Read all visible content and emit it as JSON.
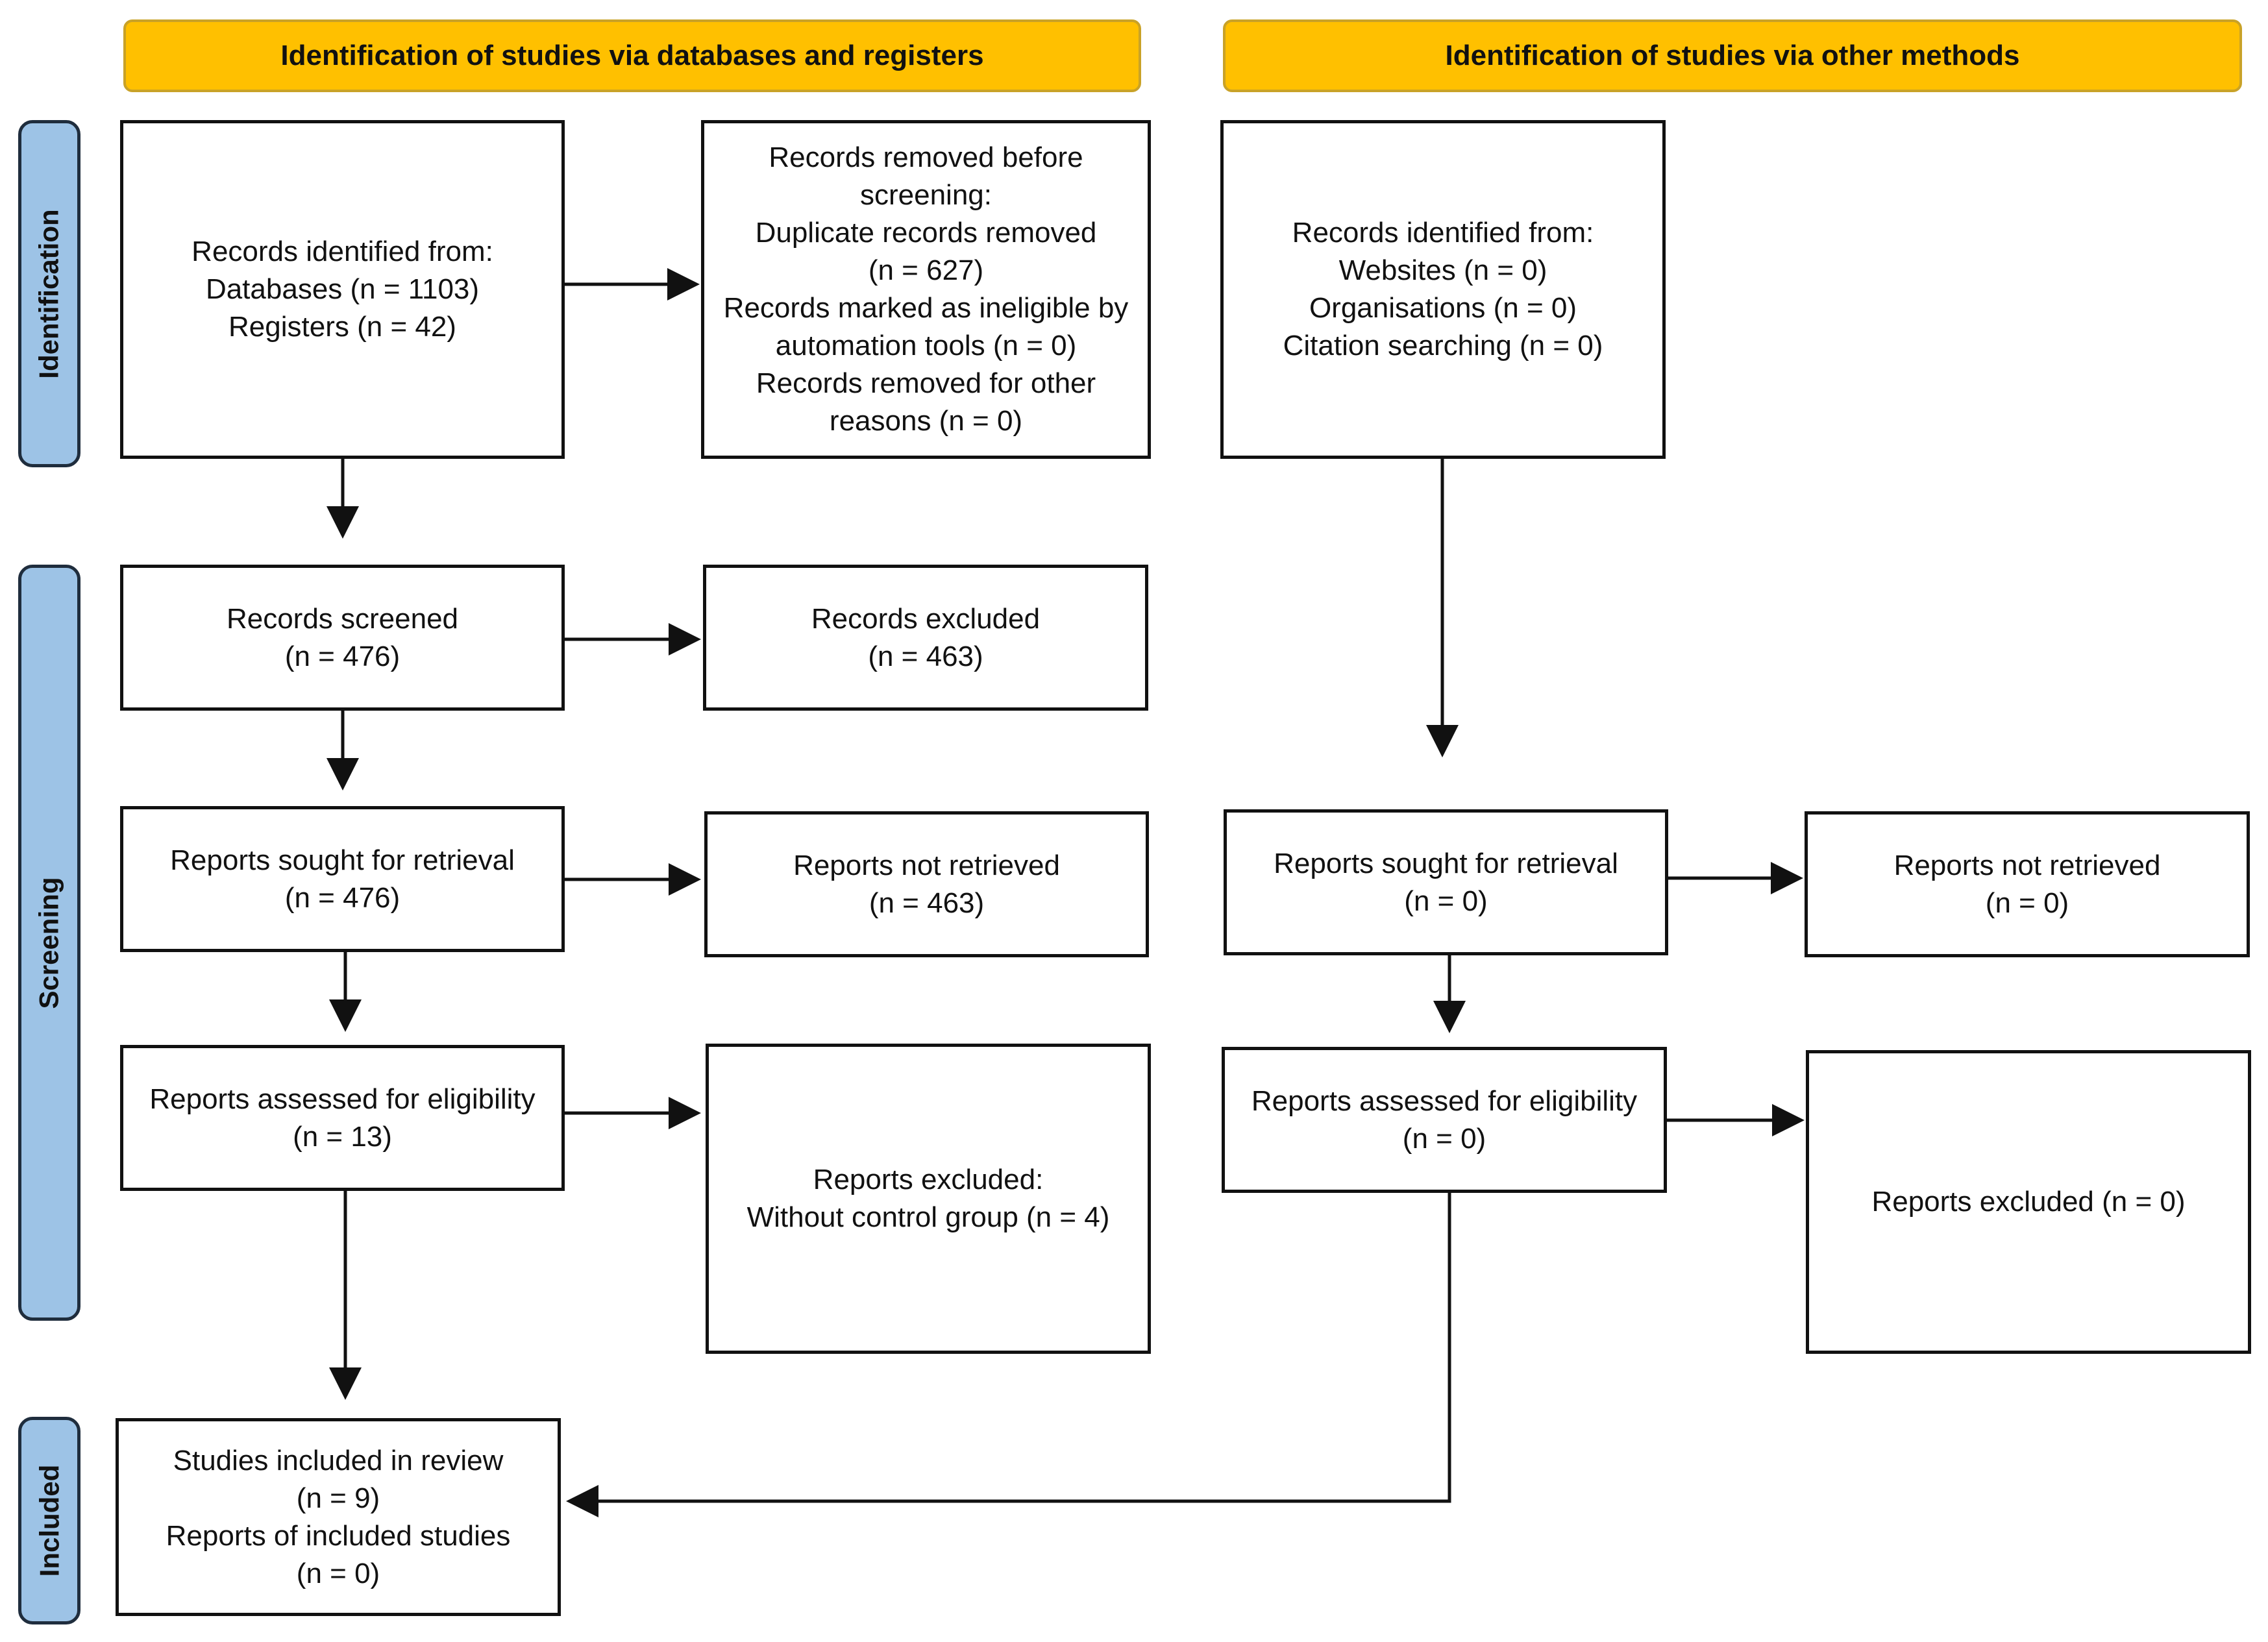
{
  "headers": {
    "databases": "Identification of studies via databases and registers",
    "other": "Identification of studies via other methods"
  },
  "phases": {
    "identification": "Identification",
    "screening": "Screening",
    "included": "Included"
  },
  "boxes": {
    "db_identified": [
      "Records identified from:",
      "Databases (n = 1103)",
      "Registers (n = 42)"
    ],
    "db_removed": [
      "Records removed before",
      "screening:",
      "Duplicate records removed",
      "(n = 627)",
      "Records marked as ineligible by",
      "automation tools (n = 0)",
      "Records removed for other",
      "reasons (n = 0)"
    ],
    "db_screened": [
      "Records screened",
      "(n = 476)"
    ],
    "db_excluded": [
      "Records excluded",
      "(n = 463)"
    ],
    "db_sought": [
      "Reports sought for retrieval",
      "(n = 476)"
    ],
    "db_not_retrieved": [
      "Reports not retrieved",
      "(n = 463)"
    ],
    "db_assessed": [
      "Reports assessed for eligibility",
      "(n = 13)"
    ],
    "db_reports_excluded": [
      "Reports excluded:",
      "Without control group (n = 4)"
    ],
    "included": [
      "Studies included in review",
      "(n = 9)",
      "Reports of included studies",
      "(n = 0)"
    ],
    "other_identified": [
      "Records identified from:",
      "Websites (n = 0)",
      "Organisations (n = 0)",
      "Citation searching (n = 0)"
    ],
    "other_sought": [
      "Reports sought for retrieval",
      "(n = 0)"
    ],
    "other_not_retrieved": [
      "Reports not retrieved",
      "(n = 0)"
    ],
    "other_assessed": [
      "Reports assessed for eligibility",
      "(n = 0)"
    ],
    "other_reports_excluded": [
      "Reports excluded (n = 0)"
    ]
  }
}
